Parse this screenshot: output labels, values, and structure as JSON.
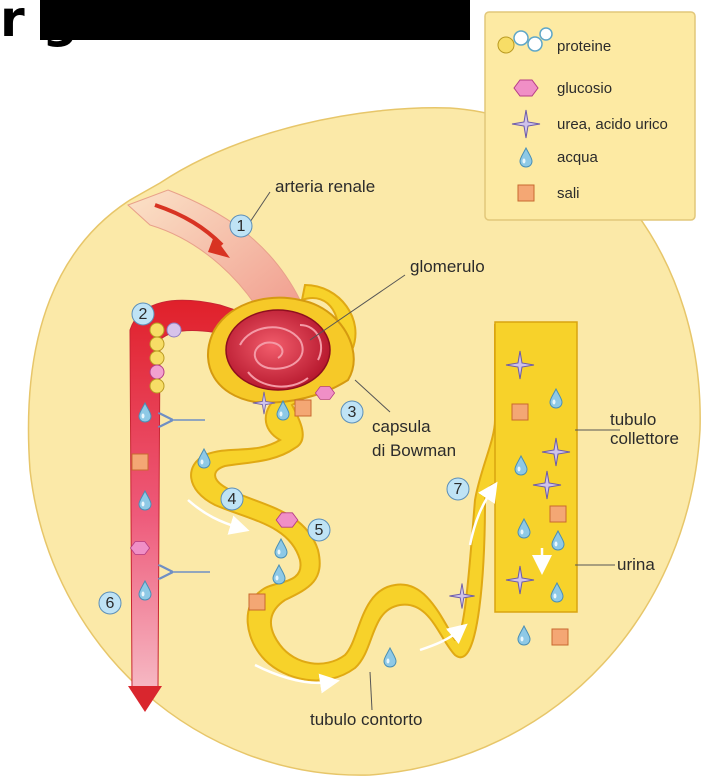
{
  "header_text": "r                  g",
  "legend": {
    "items": [
      {
        "icon": "proteins-icon",
        "label": "proteine"
      },
      {
        "icon": "glucose-icon",
        "label": "glucosio"
      },
      {
        "icon": "urea-icon",
        "label": "urea, acido urico"
      },
      {
        "icon": "water-drop-icon",
        "label": "acqua"
      },
      {
        "icon": "salt-icon",
        "label": "sali"
      }
    ]
  },
  "labels": {
    "arteria": "arteria renale",
    "glomerulo": "glomerulo",
    "capsula_1": "capsula",
    "capsula_2": "di Bowman",
    "tubulo_collettore_1": "tubulo",
    "tubulo_collettore_2": "collettore",
    "urina": "urina",
    "tubulo_contorto": "tubulo contorto"
  },
  "steps": [
    "1",
    "2",
    "3",
    "4",
    "5",
    "6",
    "7"
  ],
  "colors": {
    "background_circle": "#fbe9a8",
    "tubule": "#f7d22a",
    "tubule_edge": "#e2ad12",
    "artery": "#e8322a",
    "glomerulus": "#d8203a",
    "legend_bg": "#fdeaa3",
    "step_circle": "#bfe3f5"
  }
}
